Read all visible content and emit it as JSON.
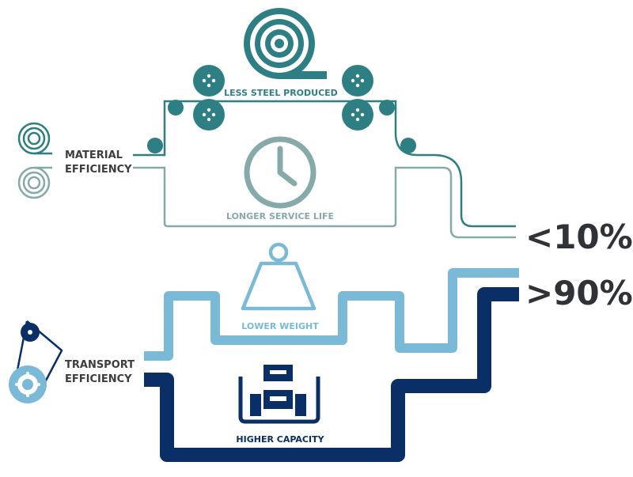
{
  "material": {
    "label_line1": "MATERIAL",
    "label_line2": "EFFICIENCY",
    "steel_label": "LESS STEEL PRODUCED",
    "service_label": "LONGER SERVICE LIFE",
    "share": "<10%"
  },
  "transport": {
    "label_line1": "TRANSPORT",
    "label_line2": "EFFICIENCY",
    "weight_label": "LOWER WEIGHT",
    "capacity_label": "HIGHER CAPACITY",
    "share": ">90%"
  },
  "colors": {
    "teal": "#2e7f83",
    "teal_light": "#86a9a9",
    "sky": "#7bbad7",
    "navy": "#0a2f67",
    "grey_text": "#3b3d40",
    "dark_text": "#2f3237"
  },
  "icons": [
    "steel-coil-icon",
    "roller-icon",
    "clock-icon",
    "coil-icon",
    "weight-icon",
    "cargo-icon",
    "pulley-icon"
  ]
}
